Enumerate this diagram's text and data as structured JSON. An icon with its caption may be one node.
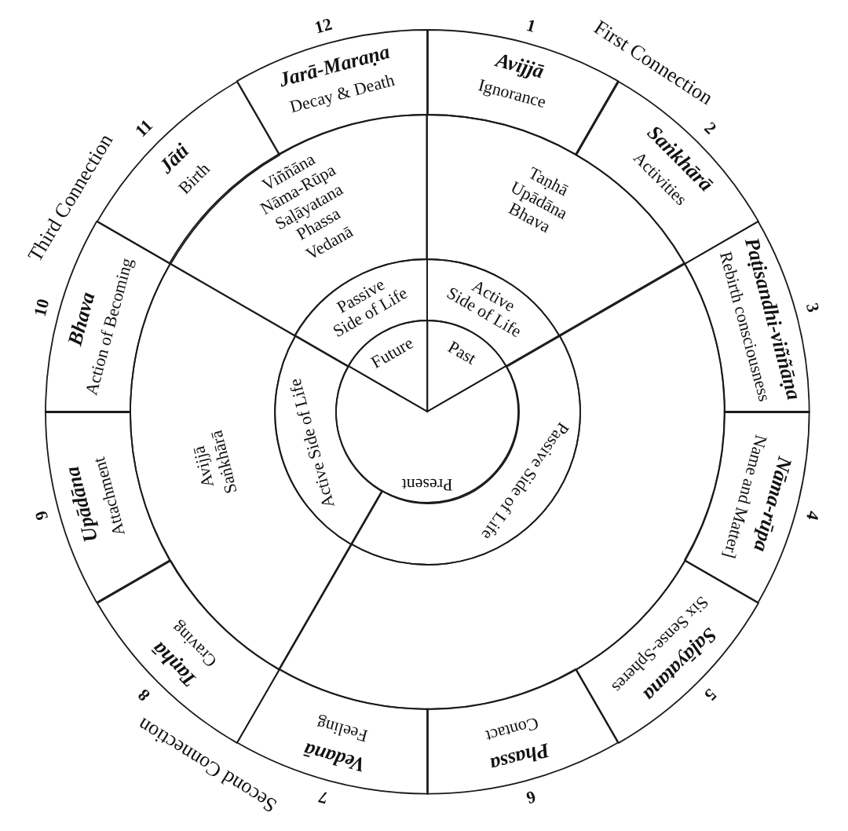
{
  "diagram": {
    "nodes": [
      {
        "text": [
          "Avijjā",
          "Ignorance"
        ],
        "beside": [
          "1"
        ]
      },
      {
        "text": [
          "Saṅkhārā",
          "Activities"
        ],
        "beside": [
          "2"
        ]
      },
      {
        "text": [
          "Paṭisandhi-viññāṇa",
          "Rebirth consciousness"
        ],
        "beside": [
          "3"
        ]
      },
      {
        "text": [
          "Nāma-rūpa",
          "Name and Matter]"
        ],
        "beside": [
          "4"
        ]
      },
      {
        "text": [
          "Saḷāyatana",
          "Six Sense-Spheres"
        ],
        "beside": [
          "5"
        ]
      },
      {
        "text": [
          "Phassa",
          "Contact"
        ],
        "beside": [
          "6"
        ]
      },
      {
        "text": [
          "Vedanā",
          "Feeling"
        ],
        "beside": [
          "7"
        ]
      },
      {
        "text": [
          "Taṇhā",
          "Craving"
        ],
        "beside": [
          "8"
        ]
      },
      {
        "text": [
          "Upādāna",
          "Attachment"
        ],
        "beside": [
          "9"
        ]
      },
      {
        "text": [
          "Bhava",
          "Action of Becoming"
        ],
        "beside": [
          "10"
        ]
      },
      {
        "text": [
          "Jāti",
          "Birth"
        ],
        "beside": [
          "11"
        ]
      },
      {
        "text": [
          "Jarā-Maraṇa",
          "Decay & Death"
        ],
        "beside": [
          "12"
        ]
      },
      {
        "text": [
          "Taṇhā",
          "Upādāna",
          "Bhava"
        ]
      },
      {
        "text": [],
        "shape": "sector"
      },
      {
        "text": [
          "Avijjā",
          "Saṅkhārā"
        ]
      },
      {
        "text": [
          "Viññāna",
          "Nāma-Rūpa",
          "Saḷāyatana",
          "Phassa",
          "Vedanā"
        ]
      },
      {
        "text": [
          "Active Side of Life"
        ]
      },
      {
        "text": [
          "Passive Side of Life"
        ]
      },
      {
        "text": [
          "Active Side of Life"
        ]
      },
      {
        "text": [
          "Passive Side of Life"
        ]
      },
      {
        "text": [
          "Past"
        ]
      },
      {
        "text": [
          "Present"
        ]
      },
      {
        "text": [
          "Future"
        ]
      }
    ],
    "labels": [
      "First Connection",
      "Third Connection",
      "Second Connection"
    ]
  }
}
